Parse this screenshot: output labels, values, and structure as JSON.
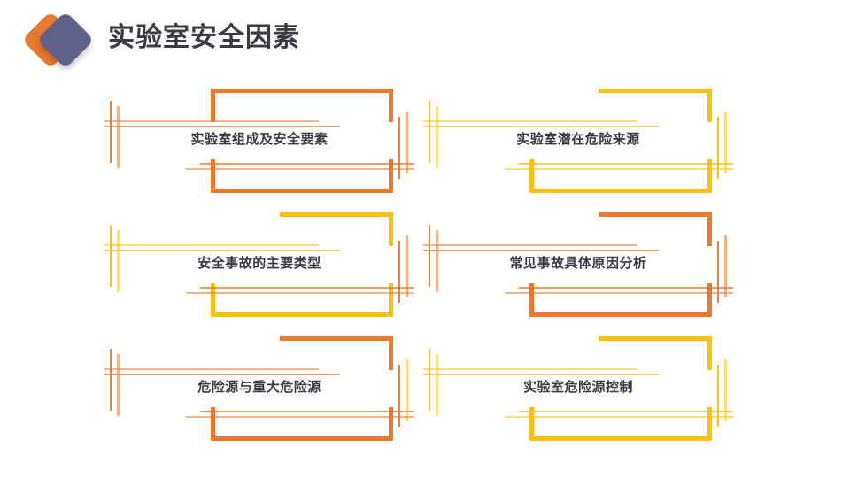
{
  "header": {
    "title": "实验室安全因素",
    "logo": {
      "name": "diamond-logo",
      "back_color": "#E8792E",
      "front_color": "#5F6189"
    }
  },
  "theme": {
    "orange": "#E8792E",
    "yellow": "#FBC00D",
    "text": "#3A3A44",
    "background": "#FFFFFF"
  },
  "grid": {
    "items": [
      {
        "label": "实验室组成及安全要素",
        "color": "#E8792E",
        "accent": "orange"
      },
      {
        "label": "实验室潜在危险来源",
        "color": "#FBC00D",
        "accent": "yellow"
      },
      {
        "label": "安全事故的主要类型",
        "color": "#FBC00D",
        "accent": "yellow"
      },
      {
        "label": "常见事故具体原因分析",
        "color": "#E8792E",
        "accent": "orange"
      },
      {
        "label": "危险源与重大危险源",
        "color": "#E8792E",
        "accent": "orange"
      },
      {
        "label": "实验室危险源控制",
        "color": "#FBC00D",
        "accent": "yellow"
      }
    ]
  }
}
